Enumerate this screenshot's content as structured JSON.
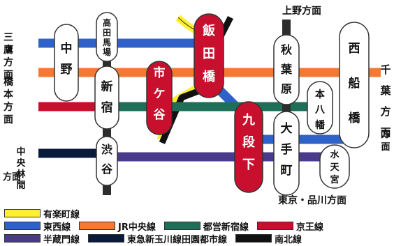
{
  "directions": {
    "left_top": "三鷹方面",
    "left_mid": "橋本方面",
    "left_bottom_a": "中央林間",
    "left_bottom_b": "方面",
    "top_right": "上野方面",
    "right_top": "千葉方面",
    "right_mid": "方面",
    "bottom_right": "東京・品川方面"
  },
  "stations": {
    "nakano": "中野",
    "takadanobaba": "高田馬場",
    "shinjuku": "新宿",
    "shibuya": "渋谷",
    "ichigaya": "市ケ谷",
    "iidabashi": "飯田橋",
    "kudanshita": "九段下",
    "akihabara": "秋葉原",
    "motoyawata": "本八幡",
    "otemachi": "大手町",
    "nishifunabashi": "西船橋",
    "suitengumae": "水天宮"
  },
  "legend": [
    {
      "label": "有楽町線",
      "color": "#ffee33"
    },
    {
      "label": "東西線",
      "color": "#2f62c8"
    },
    {
      "label": "JR中央線",
      "color": "#f47a33"
    },
    {
      "label": "都営新宿線",
      "color": "#1f6e57"
    },
    {
      "label": "京王線",
      "color": "#c8102e"
    },
    {
      "label": "半蔵門線",
      "color": "#4a3a8c"
    },
    {
      "label": "東急新玉川線田園都市線",
      "color": "#0a1a3a"
    },
    {
      "label": "南北線",
      "color": "#111111"
    }
  ],
  "colors": {
    "yurakucho": "#ffee33",
    "tozai": "#2f62c8",
    "chuo": "#f47a33",
    "shinjuku_line": "#1f6e57",
    "keio": "#c8102e",
    "hanzomon": "#4a3a8c",
    "tokyu": "#0a1a3a",
    "nanboku": "#111111",
    "station_red": "#c8102e",
    "station_white": "#ffffff"
  }
}
